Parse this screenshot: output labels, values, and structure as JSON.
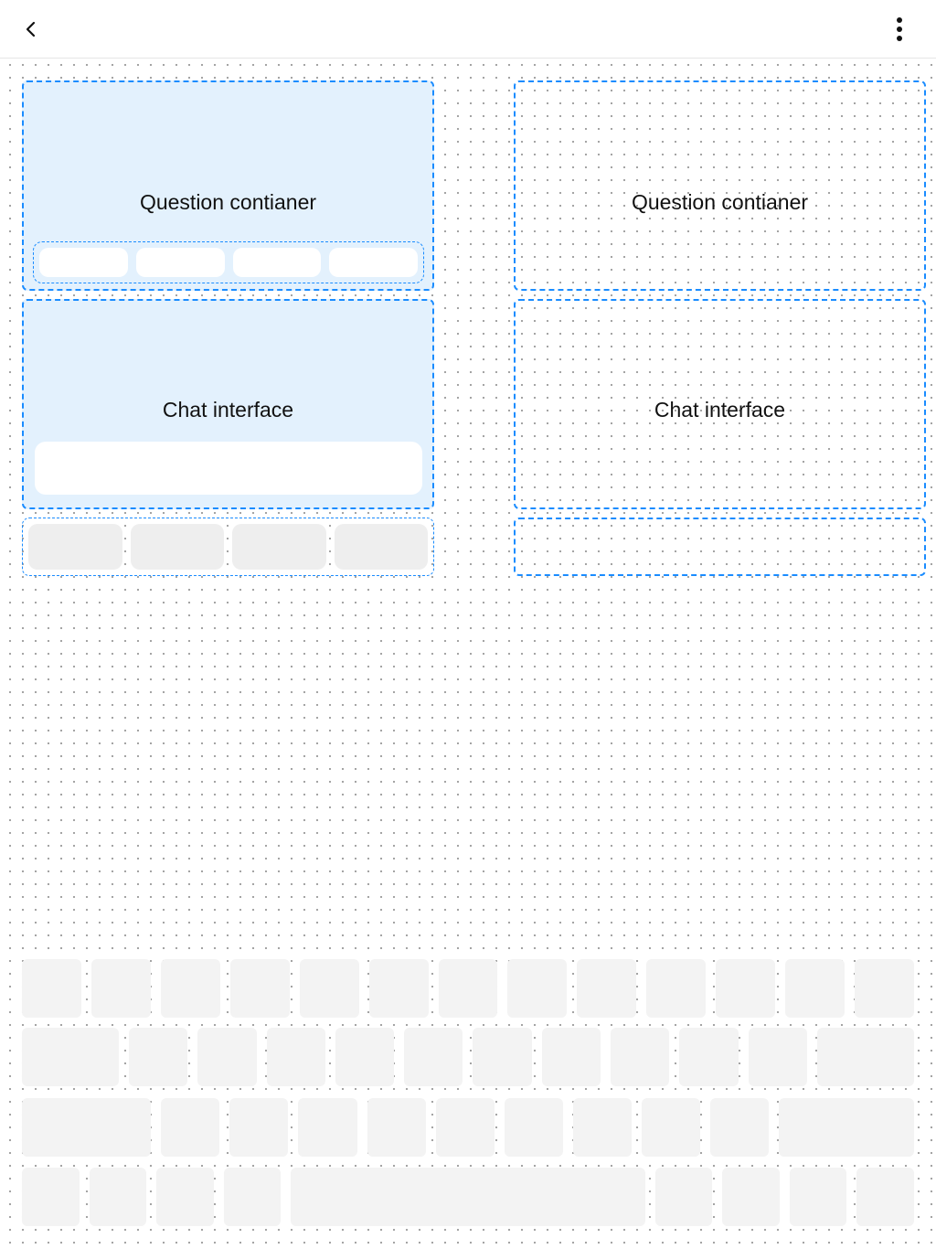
{
  "header": {
    "back_icon": "chevron-left-icon",
    "more_icon": "more-vertical-icon"
  },
  "colors": {
    "accent_border": "#1a8cff",
    "panel_fill": "#e3f1fd",
    "key_fill": "#f3f3f3",
    "action_fill": "#eeeeee"
  },
  "left_panel": {
    "question_label": "Question contianer",
    "chat_label": "Chat interface"
  },
  "right_panel": {
    "question_label": "Question contianer",
    "chat_label": "Chat interface"
  }
}
